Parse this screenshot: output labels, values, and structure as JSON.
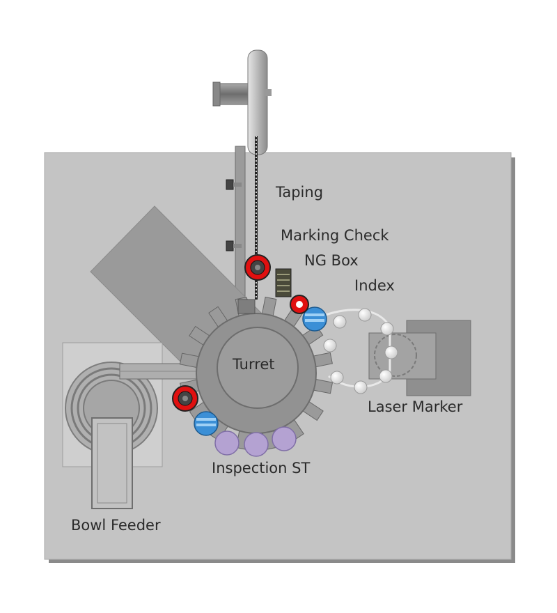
{
  "labels": {
    "taping": "Taping",
    "marking_check": "Marking Check",
    "ng_box": "NG Box",
    "index": "Index",
    "turret": "Turret",
    "laser_marker": "Laser Marker",
    "inspection_st": "Inspection ST",
    "bowl_feeder": "Bowl Feeder"
  },
  "colors": {
    "base_plate": "#c4c4c4",
    "turret_gray": "#909090",
    "sensor_red": "#e01010",
    "station_blue": "#3b8fd6",
    "inspection_purple": "#b4a2d2"
  }
}
